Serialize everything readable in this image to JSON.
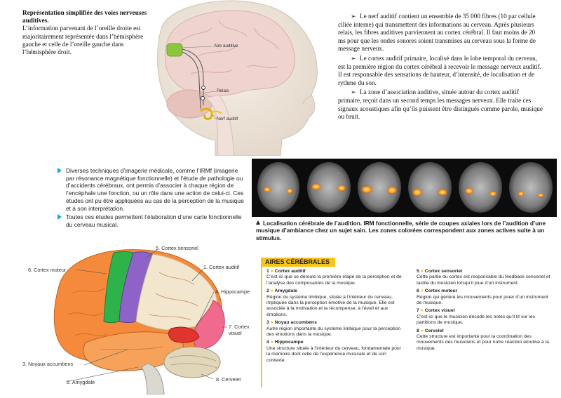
{
  "intro": {
    "title": "Représentation simplifiée des voies nerveuses auditives.",
    "body": "L’information parvenant de l’oreille droite est majoritairement représentée dans l’hémisphère gauche et celle de l’oreille gauche dans l’hémisphère droit."
  },
  "head_figure": {
    "labels": [
      "Aire auditive",
      "Relais",
      "Nerf auditif"
    ]
  },
  "nerf_text": {
    "bullet": "➢",
    "paragraphs": [
      "Le nerf auditif contient un ensemble de 35 000 fibres (10 par cellule ciliée interne) qui transmettent des informations au cerveau. Après plusieurs relais, les fibres auditives parviennent au cortex cérébral. Il faut moins de 20 ms pour que les ondes sonores soient transmises au cerveau sous la forme de message nerveux.",
      "Le cortex auditif primaire, localisé dans le lobe temporal du cerveau, est la première région du cortex cérébral à recevoir le message nerveux auditif. Il est responsable des sensations de hauteur, d’intensité, de localisation et de rythme du son.",
      "La zone d’association auditive, située autour du cortex auditif primaire, reçoit dans un second temps les messages nerveux. Elle traite ces signaux acoustiques afin qu’ils puissent être distingués comme parole, musique ou bruit."
    ]
  },
  "imaging": {
    "paragraphs": [
      "Diverses techniques d’imagerie médicale, comme l’IRMf (imagerie par résonance magnétique fonctionnelle) et l’étude de pathologie ou d’accidents cérébraux, ont permis d’associer à chaque région de l’encéphale une fonction, ou un rôle dans une action de celui-ci. Ces études ont pu être appliquées au cas de la perception de la musique et à son interprétation.",
      "Toutes ces études permettent l’élaboration d’une carte fonctionnelle du cerveau musical."
    ]
  },
  "mri_caption": "Localisation cérébrale de l’audition. IRM fonctionnelle, série de coupes axiales lors de l’audition d’une musique d’ambiance chez un sujet sain. Les zones colorées correspondent aux zones actives suite à un stimulus.",
  "brain_labels": {
    "l5": "5. Cortex sensoriel",
    "l6": "6. Cortex moteur",
    "l1": "1. Cortex auditif",
    "l4": "4. Hippocampe",
    "l7": "7. Cortex visuel",
    "l3": "3. Noyaux accumbens",
    "l2": "2. Amygdale",
    "l8": "8. Cervelet"
  },
  "aires": {
    "title": "AIRES CÉRÉBRALES",
    "left": [
      {
        "num": "1",
        "name": "Cortex auditif",
        "text": "C’est ici que se déroule la première étape de la perception et de l’analyse des composantes de la musique."
      },
      {
        "num": "2",
        "name": "Amygdale",
        "text": "Région du système limbique, située à l’intérieur du cerveau, impliquée dans la perception émotive de la musique. Elle est associée à la motivation et la récompense, à l’éveil et aux émotions."
      },
      {
        "num": "3",
        "name": "Noyau accumbens",
        "text": "Autre région importante du système limbique pour la perception des émotions dans la musique."
      },
      {
        "num": "4",
        "name": "Hippocampe",
        "text": "Une structure située à l’intérieur du cerveau, fondamentale pour la mémoire dont celle de l’expérience musicale et de son contexte."
      }
    ],
    "right": [
      {
        "num": "5",
        "name": "Cortex sensoriel",
        "text": "Cette partie du cortex est responsable du feedback sensoriel et tactile du musicien lorsqu’il joue d’un instrument."
      },
      {
        "num": "6",
        "name": "Cortex moteur",
        "text": "Région qui génère les mouvements pour jouer d’un instrument de musique."
      },
      {
        "num": "7",
        "name": "Cortex visuel",
        "text": "C’est ici que le musicien décode les notes qu’il lit sur les partitions de musique."
      },
      {
        "num": "8",
        "name": "Cervelet",
        "text": "Cette structure est importante pour la coordination des mouvements des musiciens et pour notre réaction émotive à la musique."
      }
    ]
  },
  "colors": {
    "aires_accent": "#f7c418",
    "bullet_blue": "#25a2d6",
    "auditory_green": "#8cc63f"
  }
}
